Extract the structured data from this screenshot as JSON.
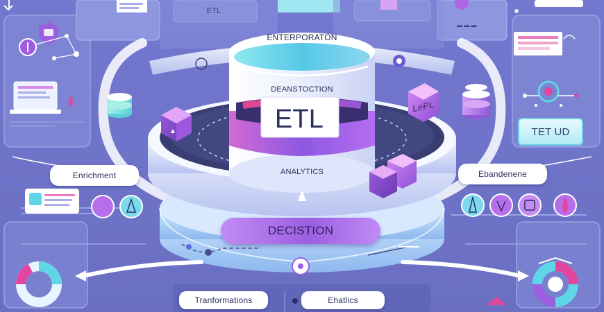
{
  "labels": {
    "enterprise": "ENTERPORATON",
    "deanstoction": "DEANSTOCTION",
    "etl": "ETL",
    "analytics": "ANALYTICS",
    "decistion": "DECISTION",
    "enrichment": "Enrichment",
    "ebandenene": "Ebandenene",
    "transformations": "Tranformations",
    "ehatlics": "Ehatlics",
    "tet_ud": "TET UD",
    "etl_top": "ETL",
    "lepl": "LePL"
  },
  "colors": {
    "background": "#6d73c8",
    "panel": "#7d85d4",
    "accent_purple": "#9b5fe0",
    "accent_cyan": "#5fd6e8",
    "accent_pink": "#e2459f",
    "dark_disk": "#3a3d72",
    "white": "#ffffff"
  },
  "icons": [
    "laptop-icon",
    "shield-icon",
    "database-icon",
    "cube-icon",
    "pin-icon",
    "document-icon",
    "flask-icon",
    "funnel-icon",
    "target-icon",
    "donut-chart-icon",
    "heart-shield-icon",
    "chart-icon"
  ]
}
